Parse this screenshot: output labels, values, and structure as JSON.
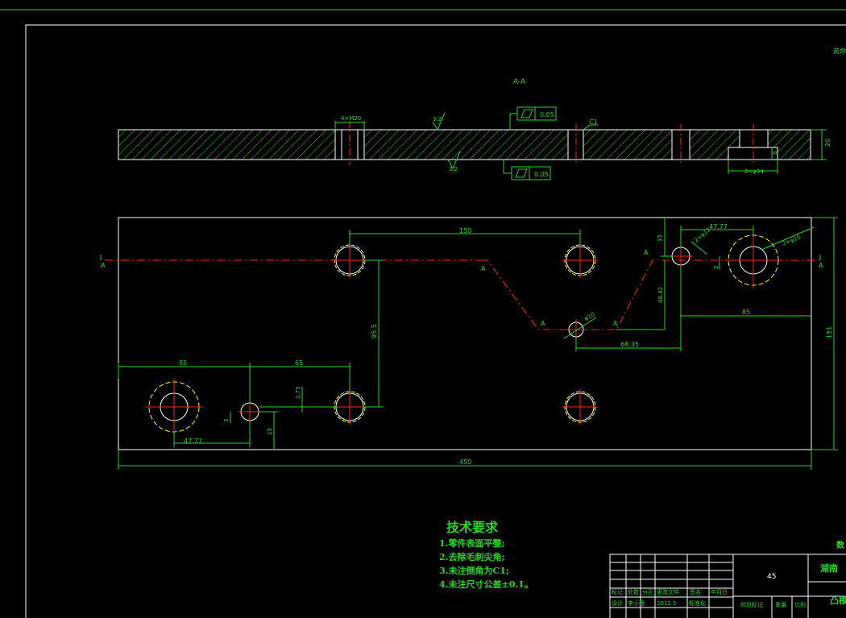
{
  "section_label": "A-A",
  "flatness_value": "0.05",
  "chamfer_label": "C1",
  "roughness_top": "3.2",
  "roughness_bottom": "3.2",
  "thread_label": "4×M20",
  "thickness_dim": "20",
  "counterbore_depth": "8",
  "counterbore_dia": "2×φ34",
  "dims": {
    "d150": "150",
    "d47_77_top": "47.77",
    "d15_top": "15",
    "d2xphi12": "2×φ12",
    "d2xphi10": "2×φ10",
    "d2": "2",
    "d48_42": "48.42",
    "d85_right": "85",
    "d95_5": "95.5",
    "phi10": "φ10",
    "d68_35": "68.35",
    "d151": "151",
    "d85_left": "85",
    "d65": "65",
    "d2_75": "2.75",
    "d3": "3",
    "d15_bottom": "15",
    "d47_77_bottom": "47.77",
    "d450": "450"
  },
  "section_marks": {
    "left": "A",
    "right": "A",
    "path": [
      "A",
      "A",
      "A",
      "A"
    ]
  },
  "tech_req": {
    "title": "技术要求",
    "items": [
      "1.零件表面平整;",
      "2.去除毛刺尖角;",
      "3.未注倒角为C1;",
      "4.未注尺寸公差±0.1。"
    ]
  },
  "title_block": {
    "material": "45",
    "headers": [
      "标记",
      "处数",
      "分区",
      "更改文件",
      "签名",
      "年月日"
    ],
    "row_design": [
      "设计",
      "李小强",
      "2012.5",
      "标准化"
    ],
    "bottom": [
      "阶段标记",
      "重量",
      "比例"
    ],
    "org_partial": "湖南",
    "name_partial": "凸模",
    "corner_partial": "数"
  },
  "corner_top_right": "英命"
}
